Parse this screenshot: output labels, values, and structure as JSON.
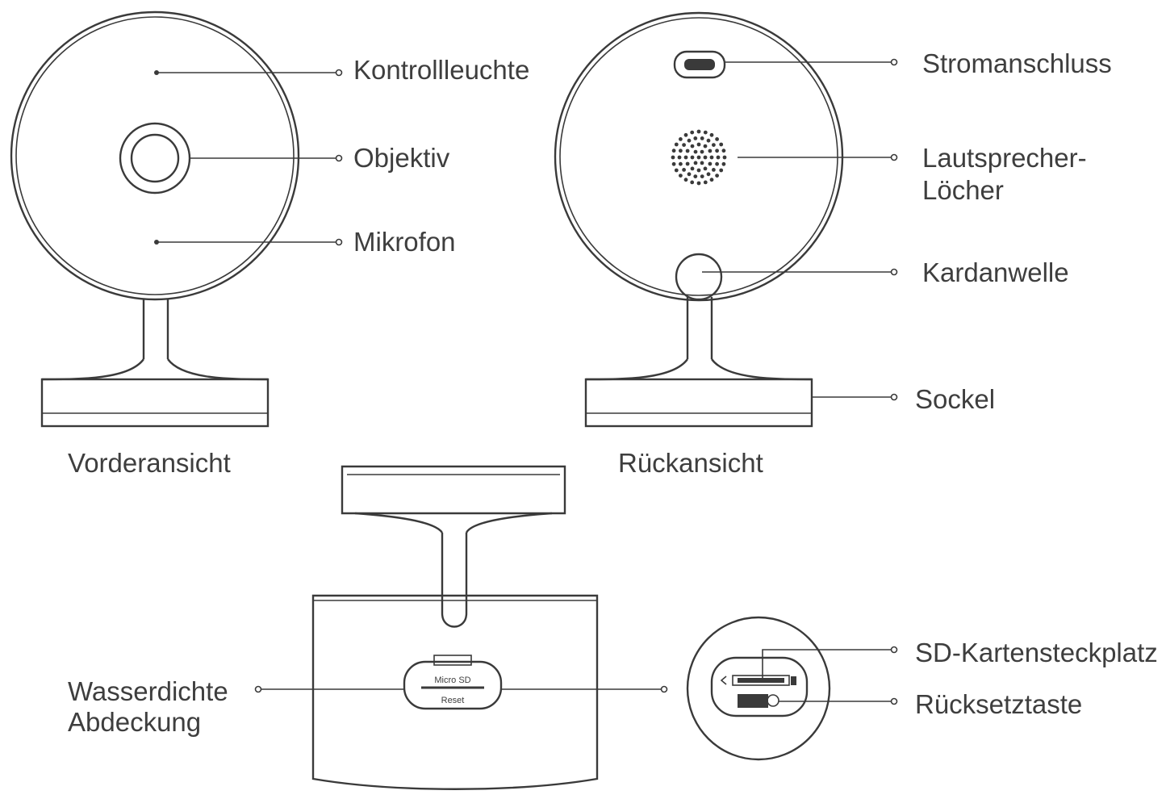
{
  "views": {
    "front": "Vorderansicht",
    "back": "Rückansicht"
  },
  "callouts": {
    "indicator": "Kontrollleuchte",
    "lens": "Objektiv",
    "microphone": "Mikrofon",
    "power_port": "Stromanschluss",
    "speaker_line1": "Lautsprecher-",
    "speaker_line2": "Löcher",
    "gimbal": "Kardanwelle",
    "base": "Sockel",
    "waterproof_line1": "Wasserdichte",
    "waterproof_line2": "Abdeckung",
    "sd_slot": "SD-Kartensteckplatz",
    "reset": "Rücksetztaste"
  },
  "cover_print": {
    "top": "Micro SD",
    "bottom": "Reset"
  }
}
